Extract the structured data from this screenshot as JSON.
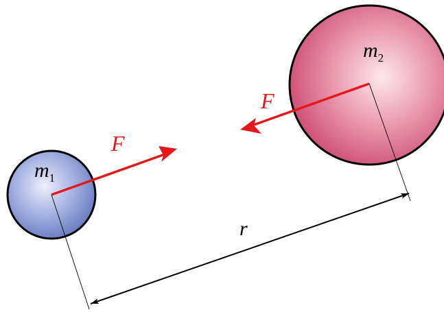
{
  "mass_1": {
    "label": "m",
    "subscript": "1",
    "color": "#5a6fb8"
  },
  "mass_2": {
    "label": "m",
    "subscript": "2",
    "color": "#d84f78"
  },
  "force_1": {
    "label": "F",
    "color": "#e41818"
  },
  "force_2": {
    "label": "F",
    "color": "#e41818"
  },
  "distance": {
    "label": "r"
  }
}
